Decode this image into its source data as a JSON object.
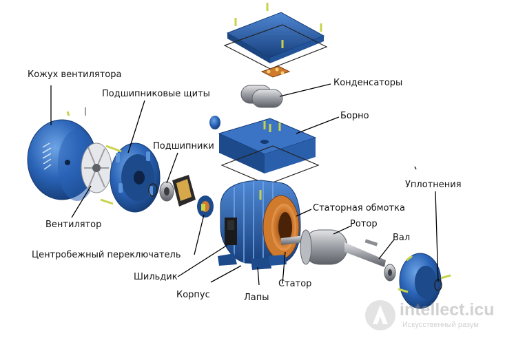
{
  "labels": {
    "fan_cover": "Кожух вентилятора",
    "bearing_shields": "Подшипниковые щиты",
    "bearings": "Подшипники",
    "fan": "Вентилятор",
    "centrifugal_switch": "Центробежный переключатель",
    "nameplate": "Шильдик",
    "housing": "Корпус",
    "feet": "Лапы",
    "stator": "Статор",
    "stator_winding": "Статорная обмотка",
    "rotor": "Ротор",
    "shaft": "Вал",
    "seals": "Уплотнения",
    "terminal_box": "Борно",
    "capacitors": "Конденсаторы"
  },
  "watermark": {
    "brand": "intellect.icu",
    "tagline": "Искусственный разум"
  },
  "colors": {
    "part_blue": "#2a63b6",
    "part_dark": "#173e78",
    "part_light": "#5a93d9",
    "copper": "#d07a2e",
    "metal": "#9a9da3",
    "screw": "#c8d24a",
    "leader": "#000000"
  }
}
